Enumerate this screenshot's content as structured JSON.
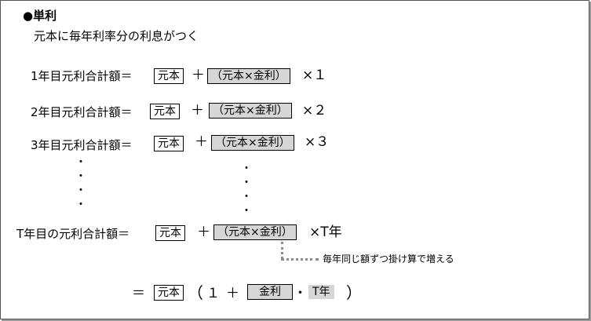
{
  "title": "●単利",
  "subtitle": "元本に毎年利率分の利息がつく",
  "rows": [
    {
      "lhs": "1年目元利合計額＝",
      "principal": "元本",
      "plus": "＋",
      "interest": "（元本×金利）",
      "mult": "×１"
    },
    {
      "lhs": "2年目元利合計額＝",
      "principal": "元本",
      "plus": "＋",
      "interest": "（元本×金利）",
      "mult": "×２"
    },
    {
      "lhs": "3年目元利合計額＝",
      "principal": "元本",
      "plus": "＋",
      "interest": "（元本×金利）",
      "mult": "×３"
    },
    {
      "lhs": "T年目の元利合計額＝",
      "principal": "元本",
      "plus": "＋",
      "interest": "（元本×金利）",
      "mult": "×T年"
    }
  ],
  "ellipsis_dot": "・",
  "annotation": "毎年同じ額ずつ掛け算で増える",
  "formula": {
    "equals": "＝",
    "principal": "元本",
    "open_paren": "（",
    "one": "１",
    "plus": "＋",
    "rate": "金利",
    "dot": "・",
    "years": "T年",
    "close_paren": "）"
  }
}
